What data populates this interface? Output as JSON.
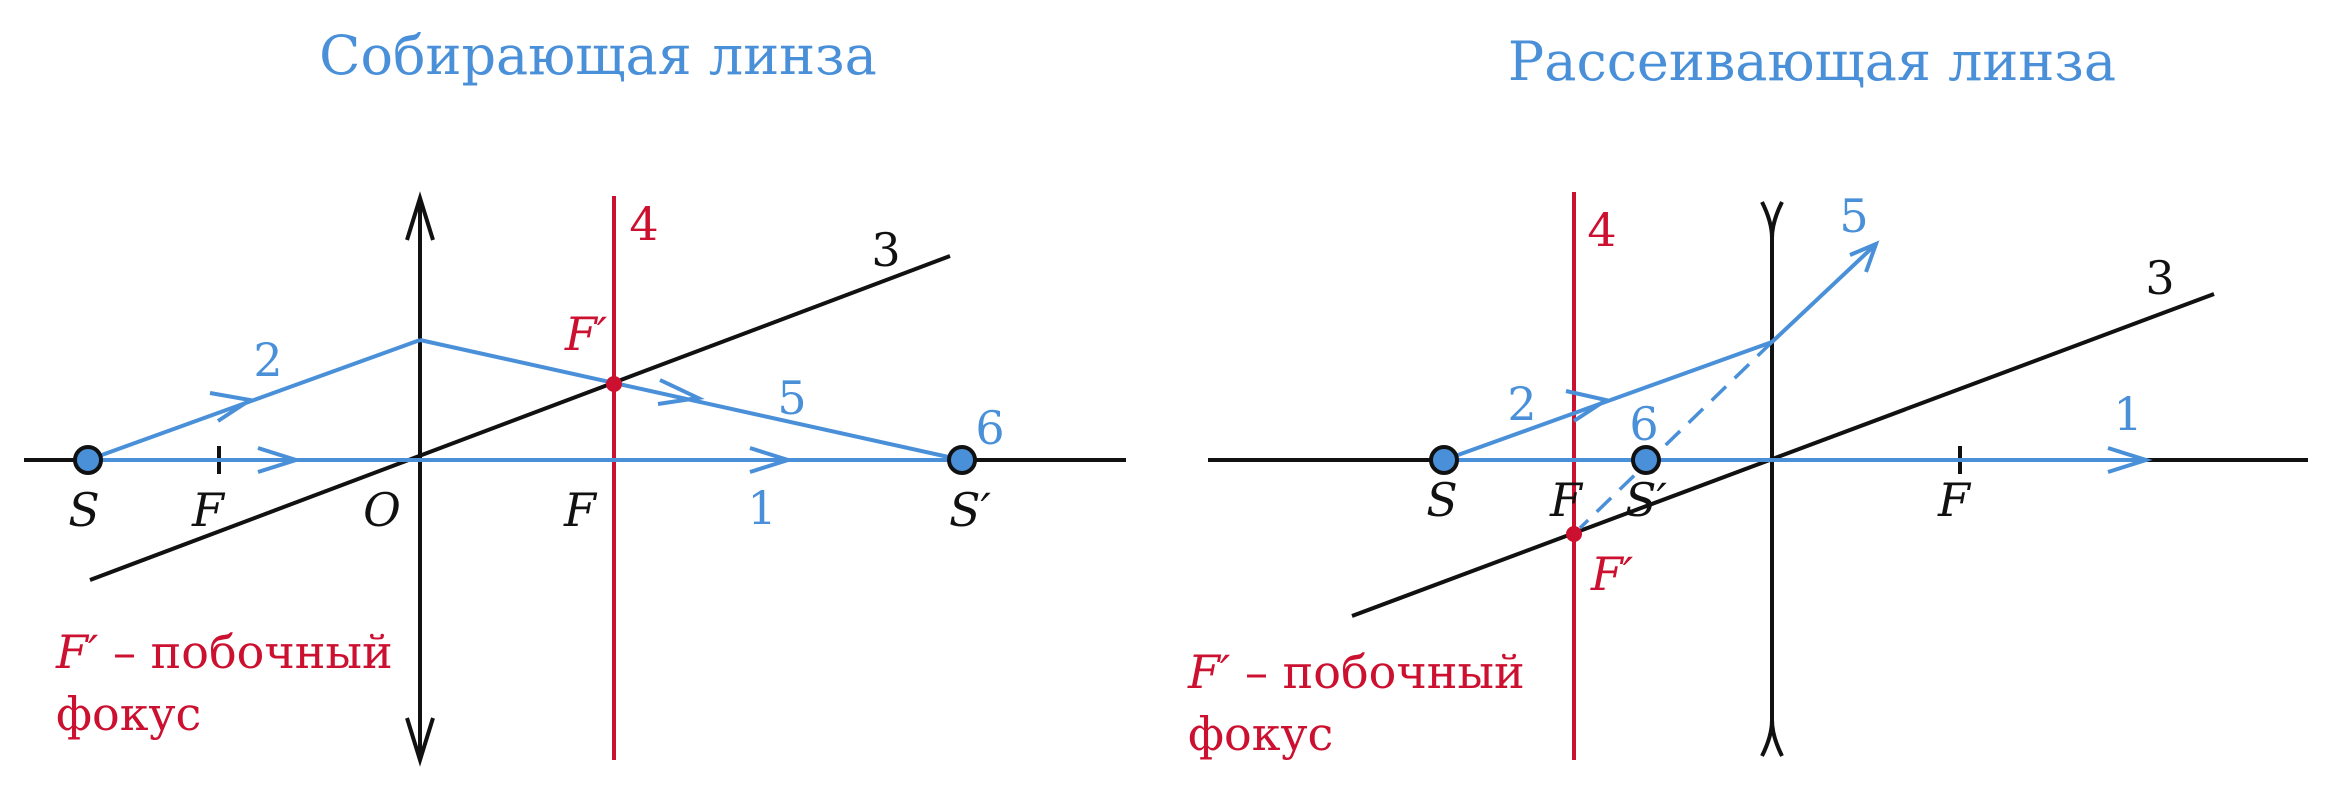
{
  "colors": {
    "blue": "#4a90d9",
    "red": "#cc1030",
    "black": "#111111"
  },
  "left": {
    "title": "Собирающая линза",
    "labels": {
      "S": "S",
      "F_left": "F",
      "O": "O",
      "F_right": "F",
      "S_prime": "S′",
      "F_prime": "F′"
    },
    "ray_numbers": {
      "r1": "1",
      "r2": "2",
      "r3": "3",
      "r4": "4",
      "r5": "5",
      "r6": "6"
    },
    "note": {
      "line1_symbol": "F′",
      "line1_text": " – побочный",
      "line2": "фокус"
    }
  },
  "right": {
    "title": "Рассеивающая линза",
    "labels": {
      "S": "S",
      "F_left": "F",
      "S_prime": "S′",
      "F_right": "F",
      "F_prime": "F′"
    },
    "ray_numbers": {
      "r1": "1",
      "r2": "2",
      "r3": "3",
      "r4": "4",
      "r5": "5",
      "r6": "6"
    },
    "note": {
      "line1_symbol": "F′",
      "line1_text": " – побочный",
      "line2": "фокус"
    }
  }
}
